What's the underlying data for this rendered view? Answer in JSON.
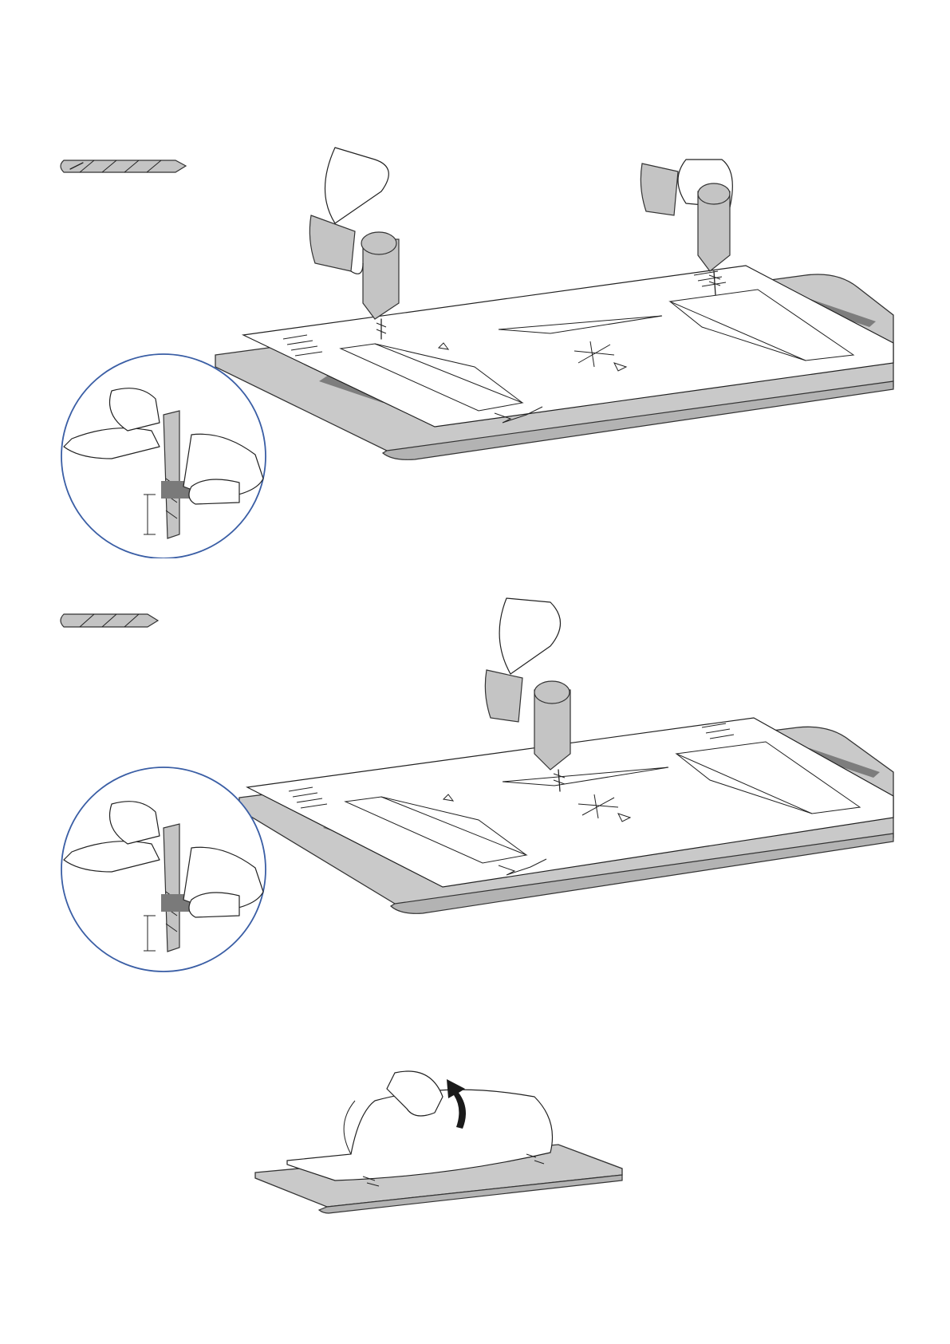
{
  "document": {
    "page_type": "assembly-instructions",
    "steps": [
      {
        "icon": "drill-bit-long-icon",
        "illustration": "drilling-two-holes-through-template"
      },
      {
        "icon": "drill-bit-short-icon",
        "illustration": "drilling-center-hole-through-template"
      },
      {
        "illustration": "removing-paper-template"
      }
    ]
  }
}
